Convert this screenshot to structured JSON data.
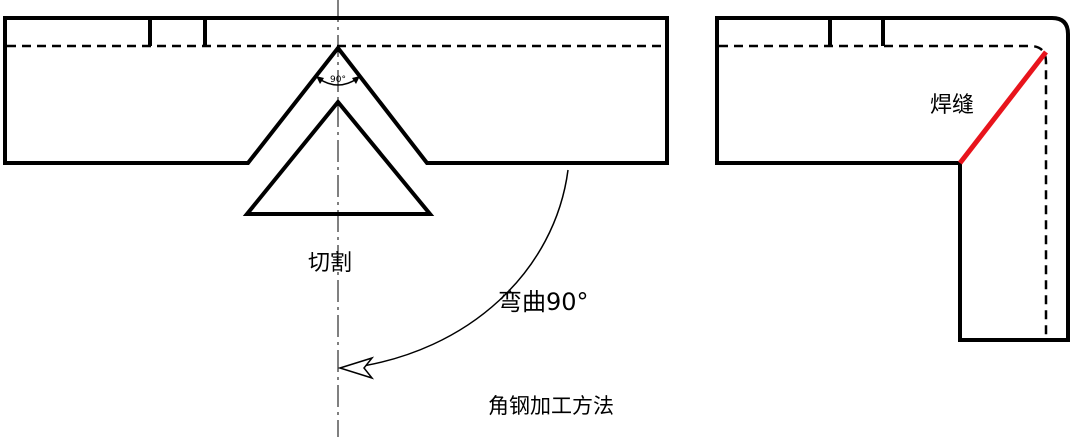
{
  "labels": {
    "cut": "切割",
    "bend": "弯曲90°",
    "weld": "焊缝",
    "title": "角钢加工方法",
    "angle": "90°"
  },
  "colors": {
    "line": "#000000",
    "weld_seam": "#e8141c",
    "background": "#ffffff"
  }
}
